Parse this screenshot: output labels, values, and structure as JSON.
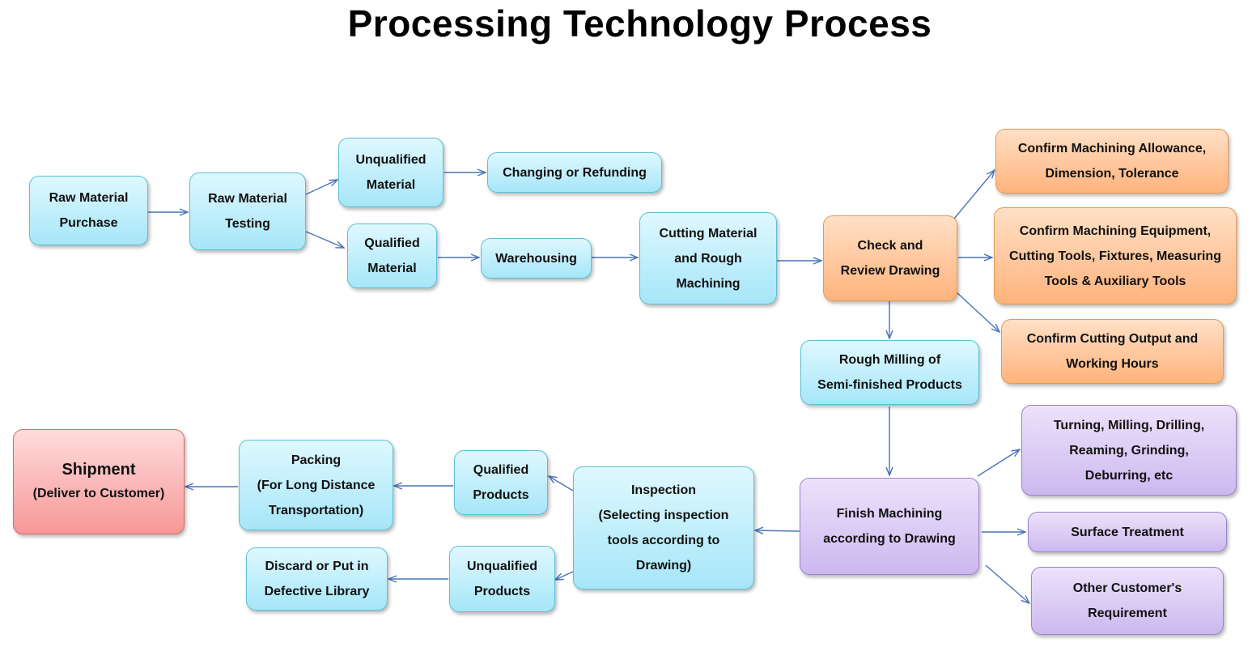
{
  "title": "Processing Technology Process",
  "nodes": {
    "raw_material_purchase": "Raw Material\nPurchase",
    "raw_material_testing": "Raw Material\nTesting",
    "unqualified_material": "Unqualified\nMaterial",
    "changing_or_refunding": "Changing or Refunding",
    "qualified_material": "Qualified\nMaterial",
    "warehousing": "Warehousing",
    "cutting_material": "Cutting Material\nand Rough\nMachining",
    "check_review_drawing": "Check and\nReview Drawing",
    "confirm_allowance": "Confirm Machining Allowance,\nDimension, Tolerance",
    "confirm_equipment": "Confirm Machining Equipment,\nCutting Tools, Fixtures, Measuring\nTools & Auxiliary Tools",
    "confirm_output": "Confirm Cutting Output and\nWorking Hours",
    "rough_milling": "Rough Milling of\nSemi-finished Products",
    "finish_machining": "Finish Machining\naccording to Drawing",
    "turning_milling": "Turning, Milling, Drilling,\nReaming, Grinding,\nDeburring, etc",
    "surface_treatment": "Surface Treatment",
    "other_requirement": "Other Customer's\nRequirement",
    "inspection": "Inspection\n(Selecting inspection\ntools according to\nDrawing)",
    "qualified_products": "Qualified\nProducts",
    "unqualified_products": "Unqualified\nProducts",
    "packing": "Packing\n(For Long Distance\nTransportation)",
    "discard": "Discard or Put in\nDefective Library",
    "shipment_title": "Shipment",
    "shipment_sub": "(Deliver to Customer)"
  },
  "colors": {
    "arrow": "#4a74b8",
    "blue": "#a6e6f8",
    "orange": "#ffb37c",
    "purple": "#cdb8ef",
    "red": "#f79797"
  }
}
